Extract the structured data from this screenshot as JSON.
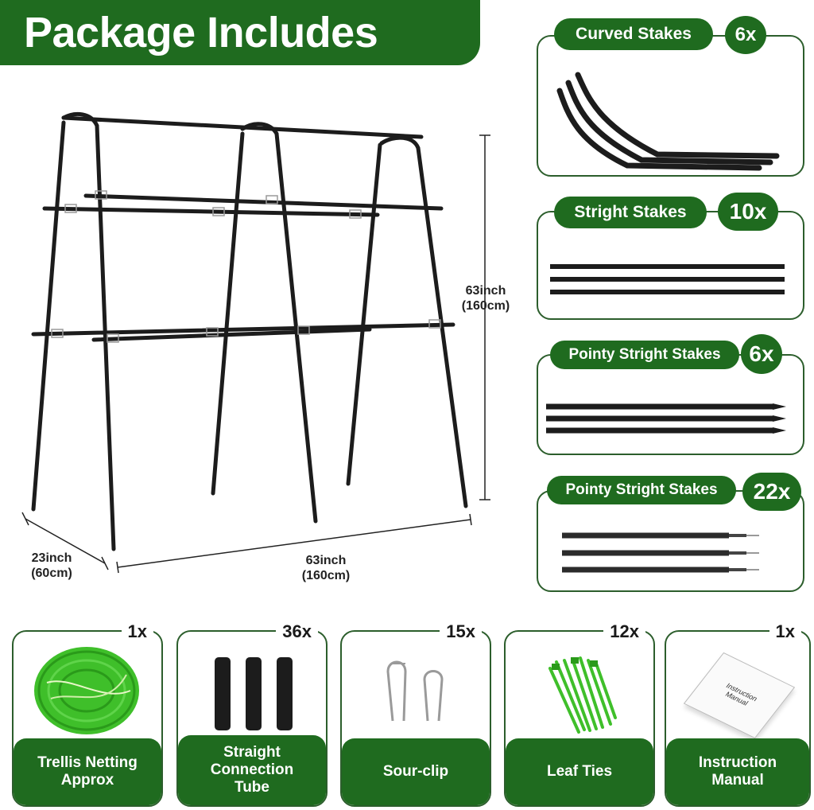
{
  "title": "Package Includes",
  "dimensions": {
    "height": "63inch\n(160cm)",
    "depth": "23inch\n(60cm)",
    "width": "63inch\n(160cm)"
  },
  "side_items": [
    {
      "name": "Curved Stakes",
      "qty": "6x"
    },
    {
      "name": "Stright Stakes",
      "qty": "10x"
    },
    {
      "name": "Pointy Stright Stakes",
      "qty": "6x"
    },
    {
      "name": "Pointy Stright Stakes",
      "qty": "22x"
    }
  ],
  "bottom_items": [
    {
      "name": "Trellis Netting\nApprox",
      "qty": "1x"
    },
    {
      "name": "Straight\nConnection\nTube",
      "qty": "36x"
    },
    {
      "name": "Sour-clip",
      "qty": "15x"
    },
    {
      "name": "Leaf Ties",
      "qty": "12x"
    },
    {
      "name": "Instruction\nManual",
      "qty": "1x"
    }
  ],
  "manual_cover_text": "Instruction\nManual",
  "colors": {
    "brand_green": "#1f6b1f",
    "frame": "#1c1c1c",
    "net_green": "#3fbf2a"
  }
}
